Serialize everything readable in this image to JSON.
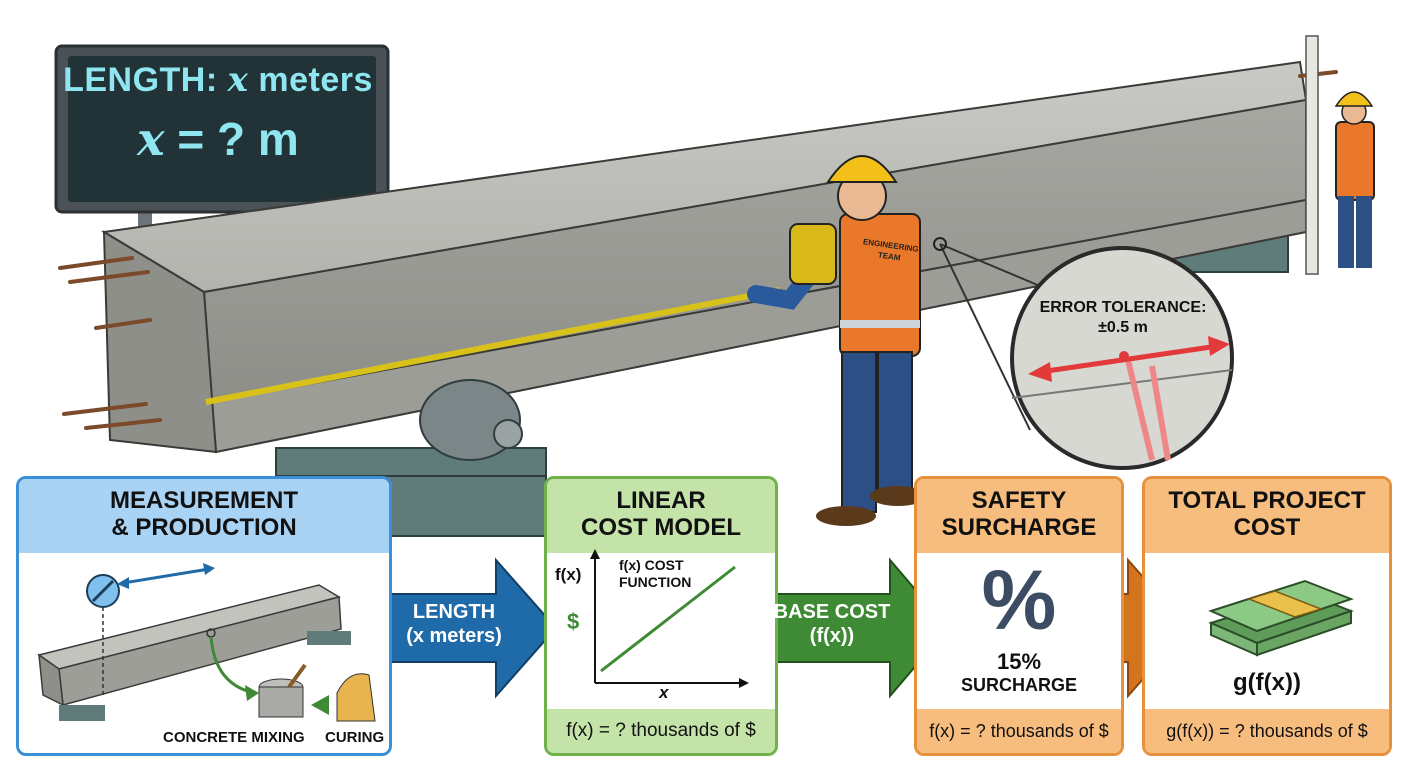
{
  "sign": {
    "line1_prefix": "LENGTH: ",
    "line1_var": "x",
    "line1_suffix": " meters",
    "line2_var": "x",
    "line2_suffix": " = ? m"
  },
  "vest_text": "ENGINEERING TEAM",
  "tolerance": {
    "title": "ERROR TOLERANCE:",
    "value": "±0.5 m"
  },
  "panels": {
    "measurement": {
      "title_line1": "MEASUREMENT",
      "title_line2": "& PRODUCTION",
      "mixing_label": "CONCRETE MIXING",
      "curing_label": "CURING"
    },
    "cost_model": {
      "title_line1": "LINEAR",
      "title_line2": "COST MODEL",
      "y_axis": "f(x)",
      "x_axis": "x",
      "dollar": "$",
      "function_line1": "f(x) COST",
      "function_line2": "FUNCTION",
      "footer": "f(x) = ? thousands of $"
    },
    "surcharge": {
      "title_line1": "SAFETY",
      "title_line2": "SURCHARGE",
      "symbol": "%",
      "percent": "15%",
      "caption": "SURCHARGE",
      "footer": "f(x) = ? thousands of $"
    },
    "total": {
      "title_line1": "TOTAL PROJECT",
      "title_line2": "COST",
      "expression": "g(f(x))",
      "footer": "g(f(x)) = ? thousands of $"
    }
  },
  "arrows": {
    "length": {
      "line1": "LENGTH",
      "line2": "(x meters)"
    },
    "base_cost": {
      "line1": "BASE COST",
      "line2": "(f(x))"
    }
  },
  "colors": {
    "blue_arrow": "#1f6aa8",
    "green_arrow": "#3f8a34",
    "orange_arrow": "#d3741f",
    "sign_text": "#8fe6f0",
    "tolerance_arrow": "#e23a3a"
  }
}
